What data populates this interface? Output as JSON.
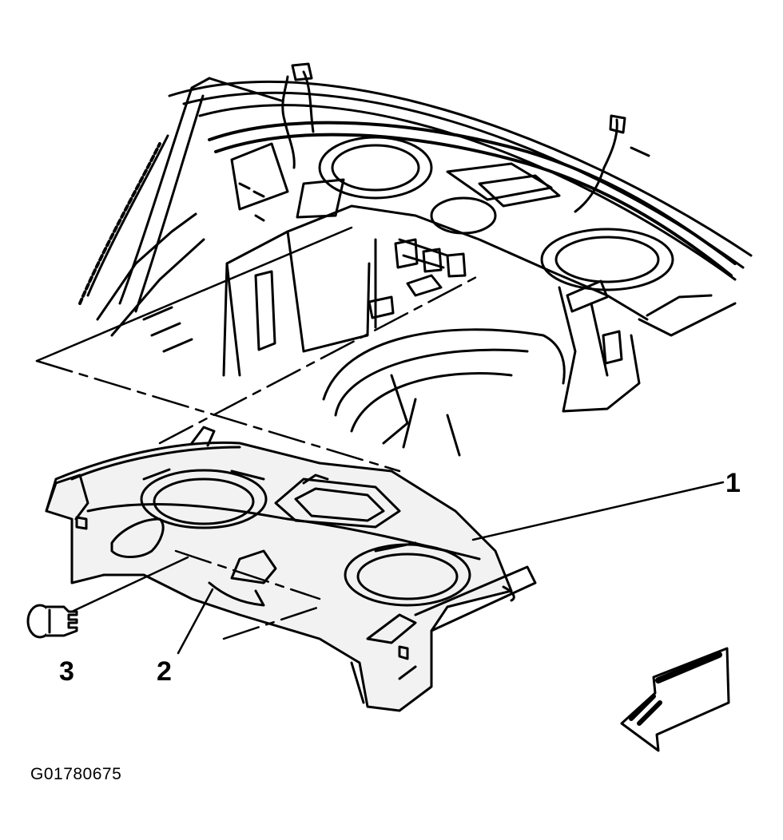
{
  "figure": {
    "id": "G01780675",
    "callouts": [
      {
        "number": "1",
        "part": "rear-window-panel-trim"
      },
      {
        "number": "2",
        "part": "retainer-slot"
      },
      {
        "number": "3",
        "part": "push-pin-retainer"
      }
    ],
    "icons": [
      "direction-arrow-icon",
      "push-pin-icon"
    ],
    "colors": {
      "ink": "#000000",
      "paper": "#ffffff",
      "trim_fill": "#f2f2f2"
    }
  }
}
